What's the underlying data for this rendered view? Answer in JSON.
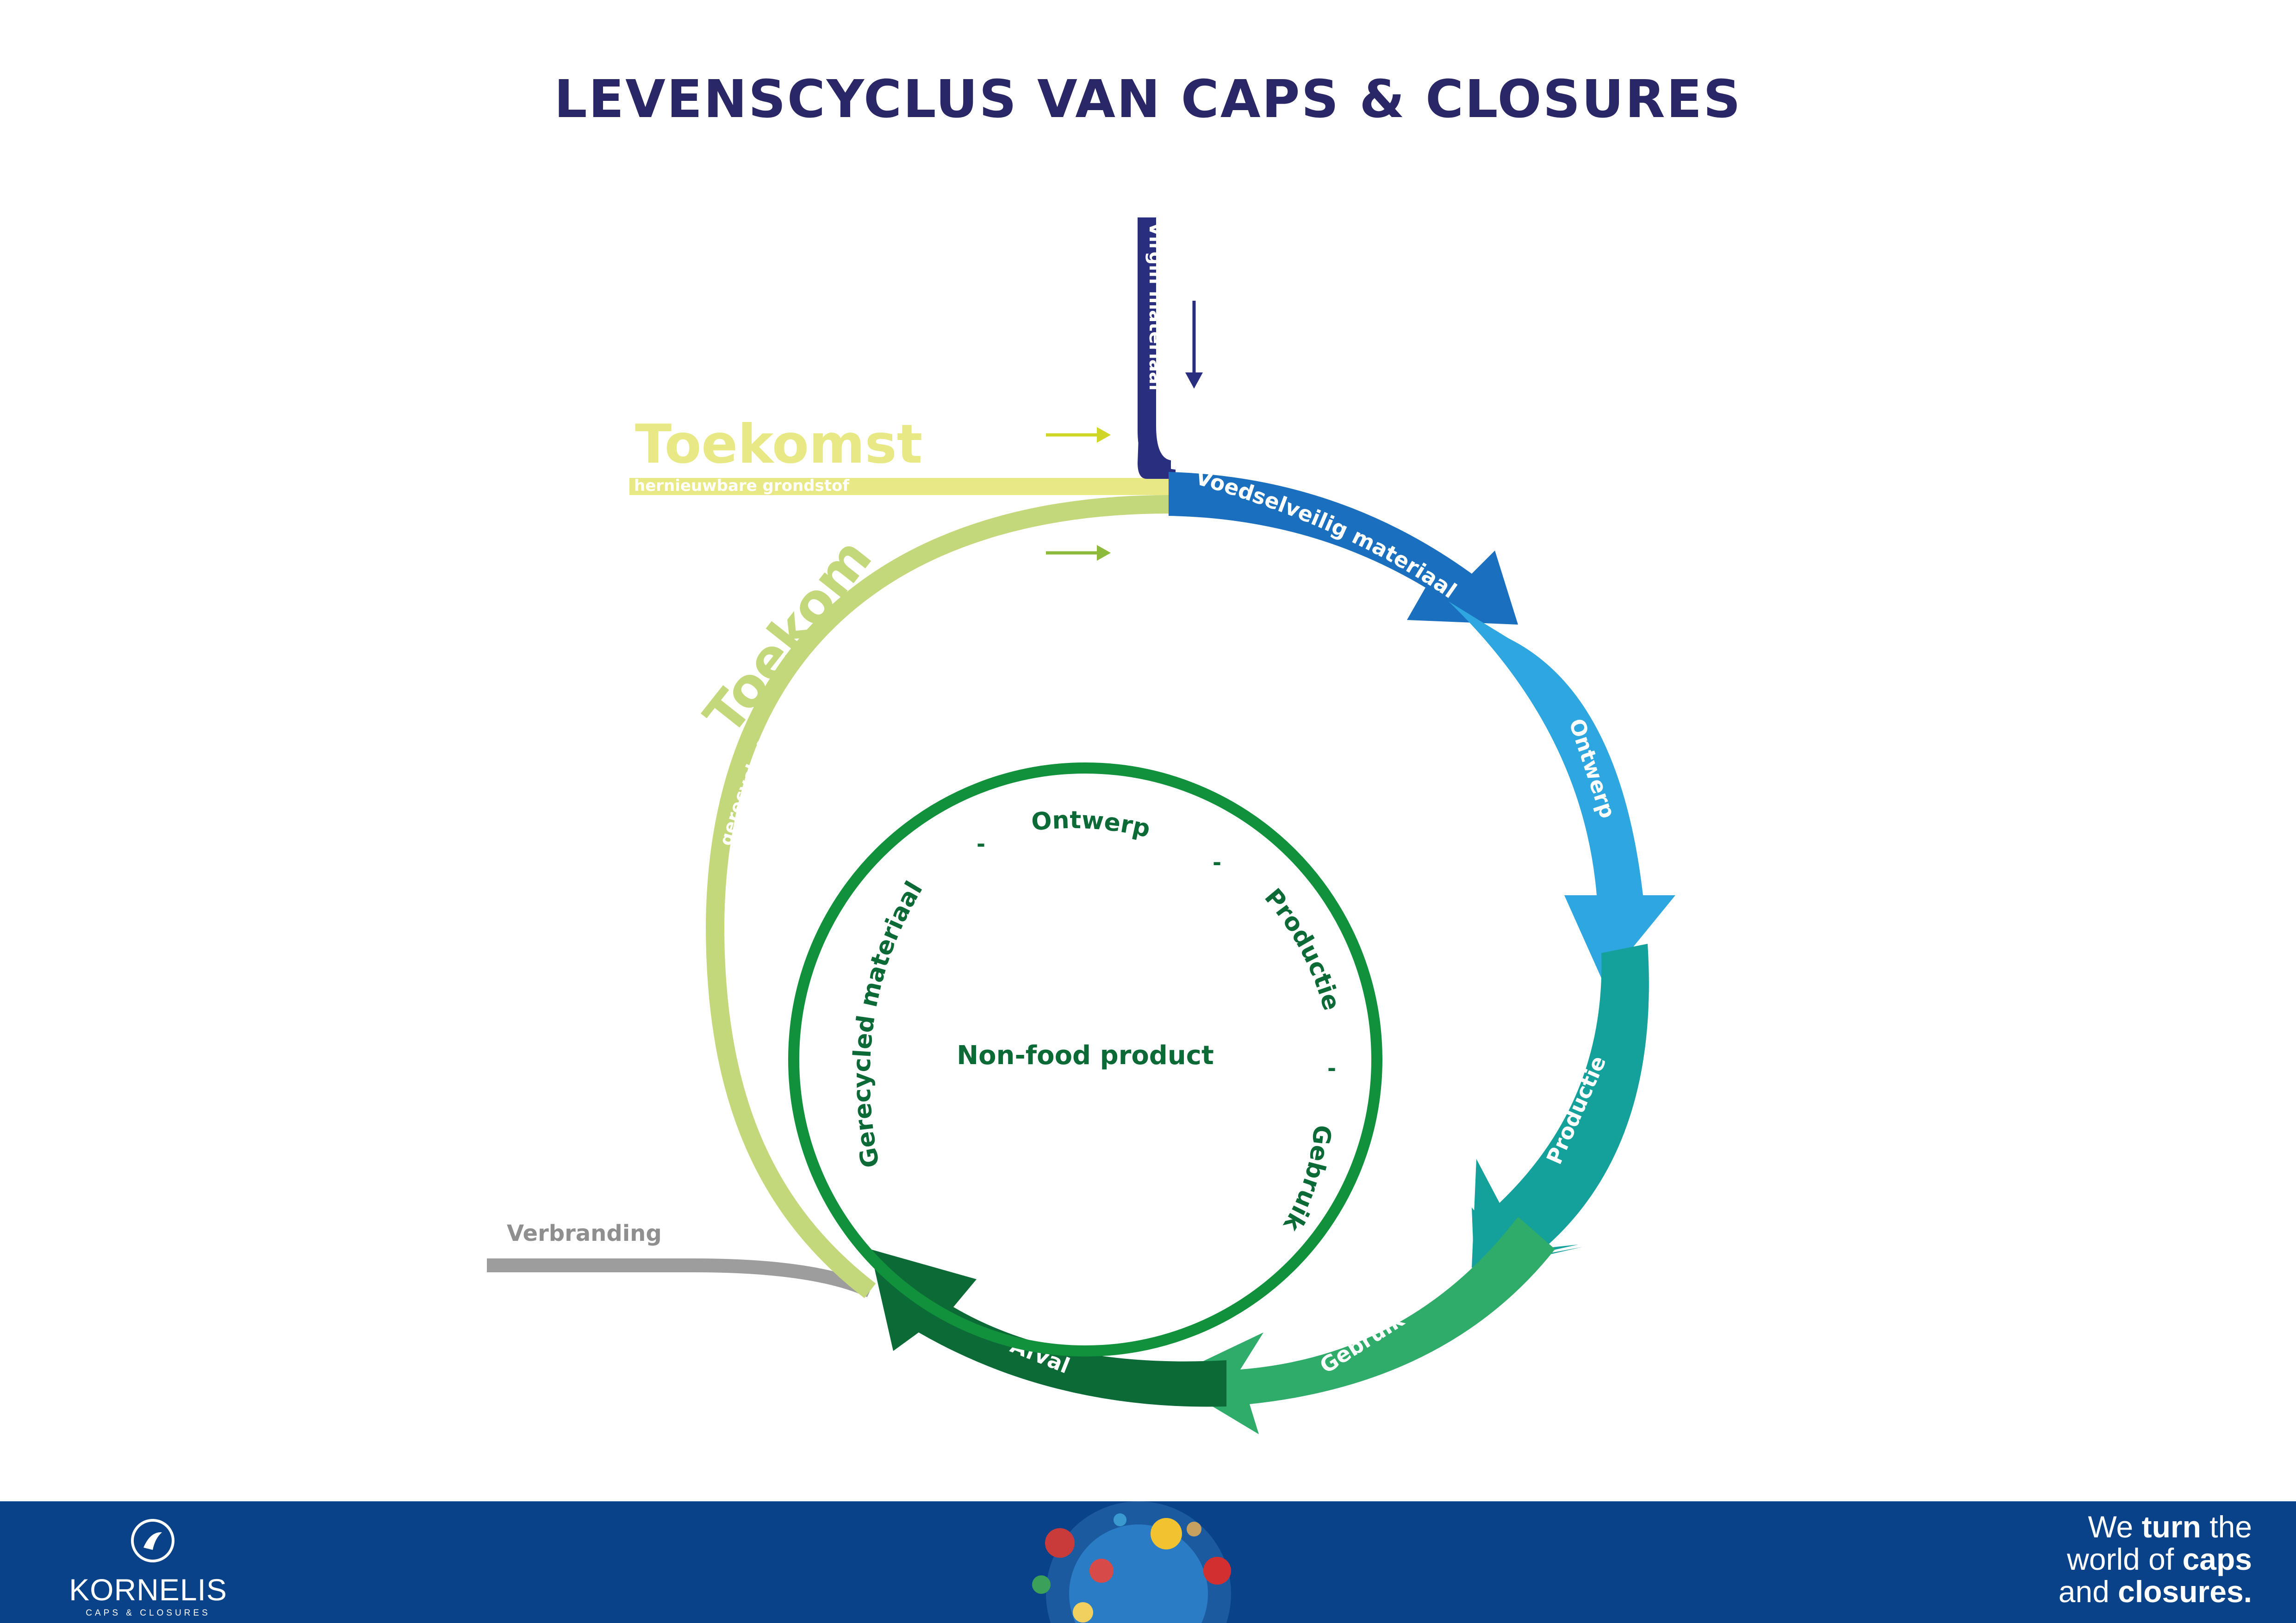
{
  "title": "LEVENSCYCLUS VAN CAPS & CLOSURES",
  "outer_cycle": {
    "virgin": "Virgin materiaal",
    "food_safe": "Voedselveilig materiaal",
    "design": "Ontwerp",
    "production": "Productie",
    "use": "Gebruik",
    "waste": "Afval"
  },
  "future_renewable": {
    "title": "Toekomst",
    "subtitle": "hernieuwbare grondstof"
  },
  "future_recycled": {
    "title": "Toekomst",
    "subtitle": "gerecycled voedselveilig materiaal"
  },
  "incineration": "Verbranding",
  "inner_cycle": {
    "center": "Non-food product",
    "design": "Ontwerp",
    "production": "Productie",
    "use": "Gebruik",
    "recycled": "Gerecycled materiaal",
    "separator": "-"
  },
  "footer": {
    "logo_name": "KORNELIS",
    "logo_sub": "CAPS & CLOSURES",
    "tagline_1a": "We ",
    "tagline_1b": "turn",
    "tagline_1c": " the",
    "tagline_2a": "world of ",
    "tagline_2b": "caps",
    "tagline_3a": "and ",
    "tagline_3b": "closures."
  },
  "colors": {
    "navy": "#2a2e7f",
    "blue": "#1b6fbf",
    "light_blue": "#2ea6e0",
    "teal": "#14a09b",
    "green": "#2fab6a",
    "dark_green": "#0b6a36",
    "inner_green": "#11913c",
    "yellow": "#e8e884",
    "lime": "#c3d87a",
    "grey": "#9d9d9d",
    "footer": "#0a4289"
  }
}
